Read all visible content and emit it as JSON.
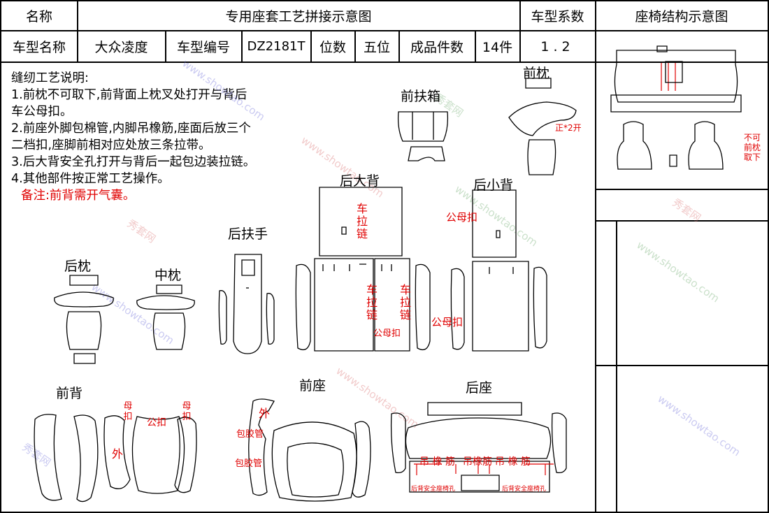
{
  "header": {
    "name_label": "名称",
    "title": "专用座套工艺拼接示意图",
    "coef_label": "车型系数",
    "structure_label": "座椅结构示意图"
  },
  "info_row": {
    "model_name_label": "车型名称",
    "model_name": "大众凌度",
    "model_code_label": "车型编号",
    "model_code": "DZ2181T",
    "seats_label": "位数",
    "seats": "五位",
    "pieces_label": "成品件数",
    "pieces": "14件",
    "coef": "1.2"
  },
  "notes": {
    "heading": "缝纫工艺说明:",
    "line1": "1.前枕不可取下,前背面上枕叉处打开与背后",
    "line1b": "车公母扣。",
    "line2": "2.前座外脚包棉管,内脚吊橡筋,座面后放三个",
    "line2b": "二档扣,座脚前相对应处放三条拉带。",
    "line3": "3.后大背安全孔打开与背后一起包边装拉链。",
    "line4": "4.其他部件按正常工艺操作。",
    "remark": "备注:前背需开气囊。"
  },
  "parts": {
    "front_pillow": "前枕",
    "front_armbox": "前扶箱",
    "rear_big_back": "后大背",
    "rear_small_back": "后小背",
    "rear_armrest": "后扶手",
    "rear_pillow": "后枕",
    "mid_pillow": "中枕",
    "front_back": "前背",
    "front_seat": "前座",
    "rear_seat": "后座"
  },
  "annotations": {
    "front_pillow_open": "正*2开",
    "not_removable": "不可前枕取下",
    "zipper1": "车拉链",
    "zipper2": "车拉链",
    "zipper3": "车拉链",
    "male_female_clip": "公母扣",
    "male_female_clip2": "公母扣",
    "male_female_clip3": "公母扣",
    "female_clip1": "母扣",
    "female_clip2": "母扣",
    "male_clip": "公扣",
    "outer1": "外",
    "outer2": "外",
    "rubber_tube1": "包胶管",
    "rubber_tube2": "包胶管",
    "hang_rubber1": "吊 橡 筋",
    "hang_rubber2": "吊橡筋",
    "hang_rubber3": "吊 橡 筋",
    "safety_hole1": "后背安全座椅孔",
    "safety_hole2": "后背安全座椅孔"
  },
  "watermark": {
    "brand_cn": "秀套网",
    "brand_url": "www.showtao.com"
  },
  "colors": {
    "annotation": "#e00000",
    "line": "#000000"
  }
}
